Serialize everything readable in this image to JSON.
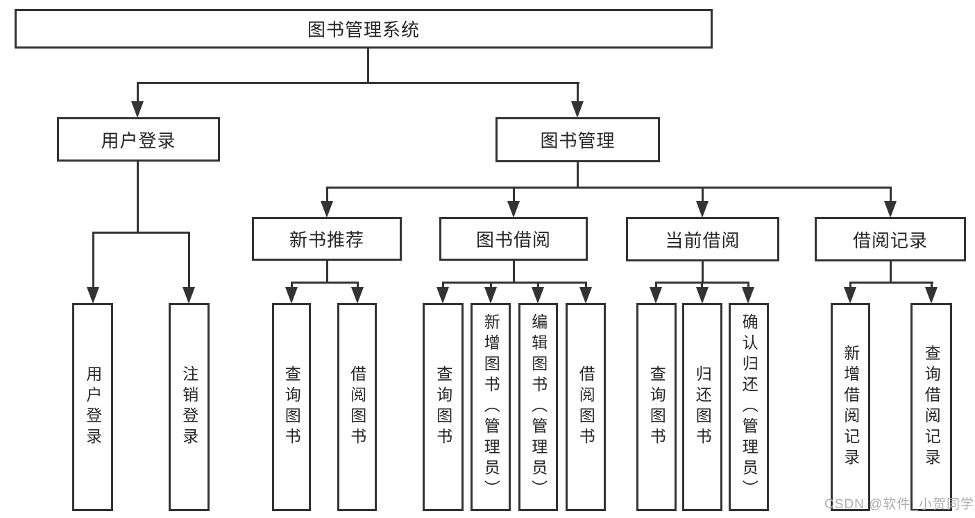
{
  "tree": {
    "label": "图书管理系统",
    "children": [
      {
        "label": "用户登录",
        "children": [
          {
            "label": "用户登录"
          },
          {
            "label": "注销登录"
          }
        ]
      },
      {
        "label": "图书管理",
        "children": [
          {
            "label": "新书推荐",
            "children": [
              {
                "label": "查询图书"
              },
              {
                "label": "借阅图书"
              }
            ]
          },
          {
            "label": "图书借阅",
            "children": [
              {
                "label": "查询图书"
              },
              {
                "label": "新增图书（管理员）"
              },
              {
                "label": "编辑图书（管理员）"
              },
              {
                "label": "借阅图书"
              }
            ]
          },
          {
            "label": "当前借阅",
            "children": [
              {
                "label": "查询图书"
              },
              {
                "label": "归还图书"
              },
              {
                "label": "确认归还（管理员）"
              }
            ]
          },
          {
            "label": "借阅记录",
            "children": [
              {
                "label": "新增借阅记录"
              },
              {
                "label": "查询借阅记录"
              }
            ]
          }
        ]
      }
    ]
  },
  "watermark": {
    "text": "CSDN @软件_小贺同学"
  },
  "colors": {
    "line": "#333333",
    "text": "#262626",
    "watermark": "#aeaeae",
    "background": "#ffffff"
  }
}
